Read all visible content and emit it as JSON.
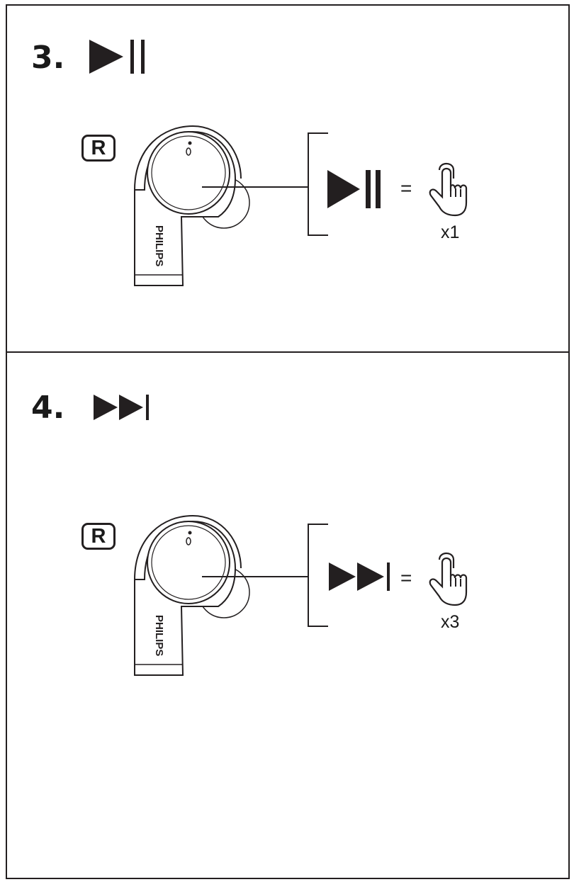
{
  "steps": [
    {
      "number": "3.",
      "function_icon": "play-pause-icon",
      "earbud_side": "R",
      "earbud_brand": "PHILIPS",
      "equals": "=",
      "gesture_icon": "tap-finger-icon",
      "tap_count": "x1"
    },
    {
      "number": "4.",
      "function_icon": "next-track-icon",
      "earbud_side": "R",
      "earbud_brand": "PHILIPS",
      "equals": "=",
      "gesture_icon": "tap-finger-icon",
      "tap_count": "x3"
    }
  ]
}
